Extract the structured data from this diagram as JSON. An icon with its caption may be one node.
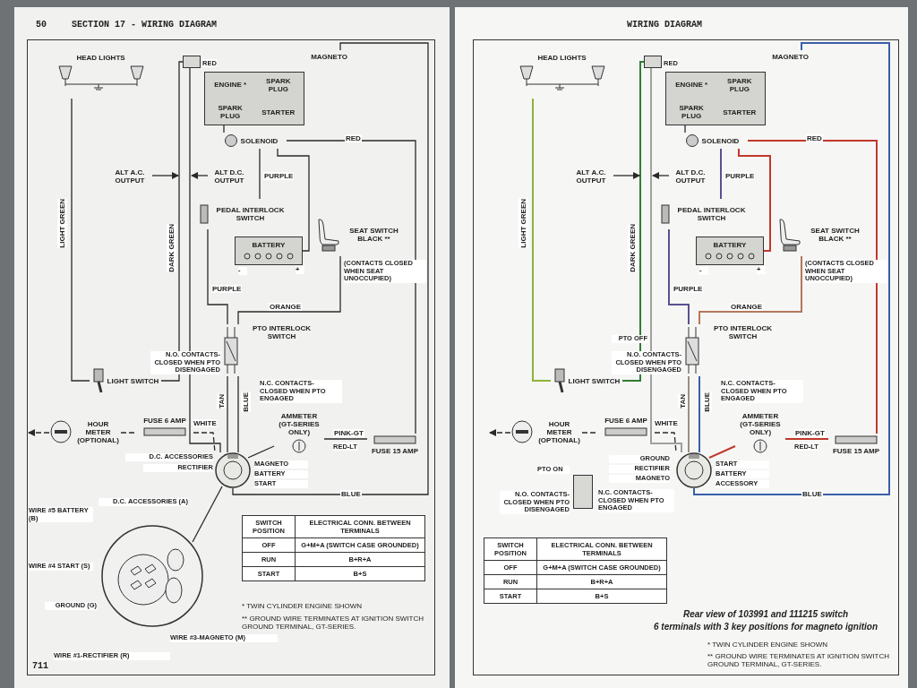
{
  "diagram": {
    "nodes": [
      {
        "text": [
          "HEAD LIGHTS"
        ]
      },
      {
        "text": [
          "LIGHT SWITCH"
        ]
      },
      {
        "text": [],
        "shape": "box"
      },
      {
        "text": [
          "MAGNETO"
        ]
      },
      {
        "text": [
          "ENGINE *",
          "SPARK PLUG",
          "SPARK PLUG",
          "STARTER"
        ]
      },
      {
        "text": [
          "SOLENOID"
        ]
      },
      {
        "text": [
          "ALT A.C. OUTPUT"
        ]
      },
      {
        "text": [
          "ALT D.C. OUTPUT"
        ]
      },
      {
        "text": [
          "PEDAL INTERLOCK SWITCH"
        ]
      },
      {
        "text": [
          "BATTERY"
        ],
        "beside": [
          "-",
          "+"
        ]
      },
      {
        "text": [
          "SEAT SWITCH BLACK **"
        ],
        "beside": [
          "(CONTACTS CLOSED WHEN SEAT UNOCCUPIED)"
        ]
      },
      {
        "text": [
          "PTO INTERLOCK SWITCH"
        ],
        "beside": [
          "N.O. CONTACTS- CLOSED WHEN PTO DISENGAGED",
          "N.C. CONTACTS- CLOSED WHEN PTO ENGAGED"
        ]
      },
      {
        "text": [
          "HOUR METER (OPTIONAL)"
        ]
      },
      {
        "text": [
          "FUSE 6 AMP"
        ]
      },
      {
        "text": [
          "AMMETER (GT-SERIES ONLY)"
        ]
      },
      {
        "text": [
          "FUSE 15 AMP"
        ]
      },
      {
        "text": [],
        "shape": "circle",
        "beside": [
          "D.C. ACCESSORIES",
          "RECTIFIER",
          "MAGNETO",
          "BATTERY",
          "START"
        ]
      },
      {
        "text": [],
        "shape": "picture",
        "beside": [
          "WIRE #5 BATTERY (B)",
          "D.C. ACCESSORIES (A)",
          "WIRE #4 START (S)",
          "GROUND (G)",
          "WIRE #3-MAGNETO (M)",
          "WIRE #1-RECTIFIER (R)"
        ]
      },
      {
        "text": [
          "HEAD LIGHTS"
        ]
      },
      {
        "text": [
          "LIGHT SWITCH"
        ]
      },
      {
        "text": [],
        "shape": "box"
      },
      {
        "text": [
          "MAGNETO"
        ]
      },
      {
        "text": [
          "ENGINE *",
          "SPARK PLUG",
          "SPARK PLUG",
          "STARTER"
        ]
      },
      {
        "text": [
          "SOLENOID"
        ]
      },
      {
        "text": [
          "ALT A.C. OUTPUT"
        ]
      },
      {
        "text": [
          "ALT D.C. OUTPUT"
        ]
      },
      {
        "text": [
          "PEDAL INTERLOCK SWITCH"
        ]
      },
      {
        "text": [
          "BATTERY"
        ],
        "beside": [
          "-",
          "+"
        ]
      },
      {
        "text": [
          "SEAT SWITCH BLACK **"
        ],
        "beside": [
          "(CONTACTS CLOSED WHEN SEAT UNOCCUPIED)"
        ]
      },
      {
        "text": [
          "PTO INTERLOCK SWITCH"
        ],
        "beside": [
          "PTO OFF",
          "N.O. CONTACTS- CLOSED WHEN PTO DISENGAGED",
          "N.C. CONTACTS- CLOSED WHEN PTO ENGAGED"
        ]
      },
      {
        "text": [],
        "shape": "box",
        "beside": [
          "PTO ON",
          "N.O. CONTACTS- CLOSED WHEN PTO DISENGAGED",
          "N.C. CONTACTS- CLOSED WHEN PTO ENGAGED"
        ]
      },
      {
        "text": [
          "HOUR METER (OPTIONAL)"
        ]
      },
      {
        "text": [
          "FUSE 6 AMP"
        ]
      },
      {
        "text": [
          "AMMETER (GT-SERIES ONLY)"
        ]
      },
      {
        "text": [
          "FUSE 15 AMP"
        ]
      },
      {
        "text": [],
        "shape": "circle",
        "beside": [
          "GROUND",
          "RECTIFIER",
          "MAGNETO",
          "START",
          "BATTERY",
          "ACCESSORY"
        ]
      }
    ],
    "edges": [
      {
        "from": 0,
        "to": 1,
        "arrow": "none",
        "label": "LIGHT GREEN"
      },
      {
        "from": 1,
        "to": 2,
        "arrow": "none",
        "label": "DARK GREEN"
      },
      {
        "from": 6,
        "to": null,
        "arrow": "to"
      },
      {
        "from": 7,
        "to": null,
        "arrow": "to"
      },
      {
        "from": 5,
        "to": 8,
        "arrow": "none",
        "label": "PURPLE"
      },
      {
        "from": 8,
        "to": 11,
        "arrow": "none",
        "label": "PURPLE"
      },
      {
        "from": 5,
        "to": 15,
        "arrow": "none",
        "label": "RED"
      },
      {
        "from": 9,
        "to": 5,
        "arrow": "none"
      },
      {
        "from": 10,
        "to": 11,
        "arrow": "none",
        "label": "ORANGE"
      },
      {
        "from": 11,
        "to": 16,
        "arrow": "none",
        "label": "TAN"
      },
      {
        "from": 11,
        "to": 16,
        "arrow": "none",
        "label": "BLUE"
      },
      {
        "from": 16,
        "to": 3,
        "arrow": "none",
        "label": "BLUE"
      },
      {
        "from": 2,
        "to": 16,
        "arrow": "none",
        "label": "WHITE"
      },
      {
        "from": 14,
        "to": 15,
        "arrow": "none",
        "label": "PINK-GT"
      },
      {
        "from": 14,
        "to": 16,
        "arrow": "none"
      },
      {
        "from": 12,
        "to": 13,
        "arrow": "none",
        "style": "dashed"
      },
      {
        "from": 13,
        "to": 16,
        "arrow": "none",
        "style": "dashed"
      },
      {
        "from": 12,
        "to": null,
        "arrow": "to",
        "style": "dashed"
      },
      {
        "from": 4,
        "to": 5,
        "arrow": "none"
      },
      {
        "from": 16,
        "to": 17,
        "arrow": "none"
      },
      {
        "from": 18,
        "to": 19,
        "arrow": "none",
        "label": "LIGHT GREEN",
        "color": "#8db33a"
      },
      {
        "from": 19,
        "to": 20,
        "arrow": "none",
        "label": "DARK GREEN",
        "color": "#2e7d32"
      },
      {
        "from": 24,
        "to": null,
        "arrow": "to"
      },
      {
        "from": 25,
        "to": null,
        "arrow": "to"
      },
      {
        "from": 23,
        "to": 26,
        "arrow": "none",
        "label": "PURPLE",
        "color": "#5b4f91"
      },
      {
        "from": 26,
        "to": 29,
        "arrow": "none",
        "label": "PURPLE",
        "color": "#5b4f91"
      },
      {
        "from": 23,
        "to": 34,
        "arrow": "none",
        "label": "RED",
        "color": "#c0392b"
      },
      {
        "from": 27,
        "to": 23,
        "arrow": "none",
        "color": "#c0392b"
      },
      {
        "from": 28,
        "to": 29,
        "arrow": "none",
        "label": "ORANGE",
        "color": "#b5775a"
      },
      {
        "from": 29,
        "to": 35,
        "arrow": "none",
        "label": "TAN",
        "color": "#9a8f80"
      },
      {
        "from": 29,
        "to": 35,
        "arrow": "none",
        "label": "BLUE",
        "color": "#3a5fa8"
      },
      {
        "from": 35,
        "to": 21,
        "arrow": "none",
        "label": "BLUE",
        "color": "#3a5fa8"
      },
      {
        "from": 20,
        "to": 35,
        "arrow": "none",
        "label": "WHITE",
        "color": "#a0a0a0"
      },
      {
        "from": 33,
        "to": 34,
        "arrow": "none",
        "label": "PINK-GT",
        "color": "#c0392b"
      },
      {
        "from": 33,
        "to": 35,
        "arrow": "none",
        "color": "#c0392b"
      },
      {
        "from": 31,
        "to": 32,
        "arrow": "none",
        "style": "dashed"
      },
      {
        "from": 32,
        "to": 35,
        "arrow": "none",
        "style": "dashed"
      },
      {
        "from": 31,
        "to": null,
        "arrow": "to",
        "style": "dashed"
      },
      {
        "from": 22,
        "to": 23,
        "arrow": "none"
      }
    ],
    "labels": [
      "50",
      "SECTION 17 - WIRING DIAGRAM",
      "RED",
      "RED-LT",
      "SWITCH POSITION",
      "ELECTRICAL CONN. BETWEEN TERMINALS",
      "OFF",
      "G+M+A (SWITCH CASE GROUNDED)",
      "RUN",
      "B+R+A",
      "START",
      "B+S",
      "* TWIN CYLINDER ENGINE SHOWN",
      "** GROUND WIRE TERMINATES AT IGNITION SWITCH GROUND TERMINAL, GT-SERIES.",
      "711",
      "WIRING DIAGRAM",
      "RED",
      "RED-LT",
      "SWITCH POSITION",
      "ELECTRICAL CONN. BETWEEN TERMINALS",
      "OFF",
      "G+M+A (SWITCH CASE GROUNDED)",
      "RUN",
      "B+R+A",
      "START",
      "B+S",
      "Rear view of 103991 and 111215 switch",
      "6 terminals with 3 key positions for magneto ignition",
      "* TWIN CYLINDER ENGINE SHOWN",
      "** GROUND WIRE TERMINATES AT IGNITION SWITCH GROUND TERMINAL, GT-SERIES."
    ]
  }
}
